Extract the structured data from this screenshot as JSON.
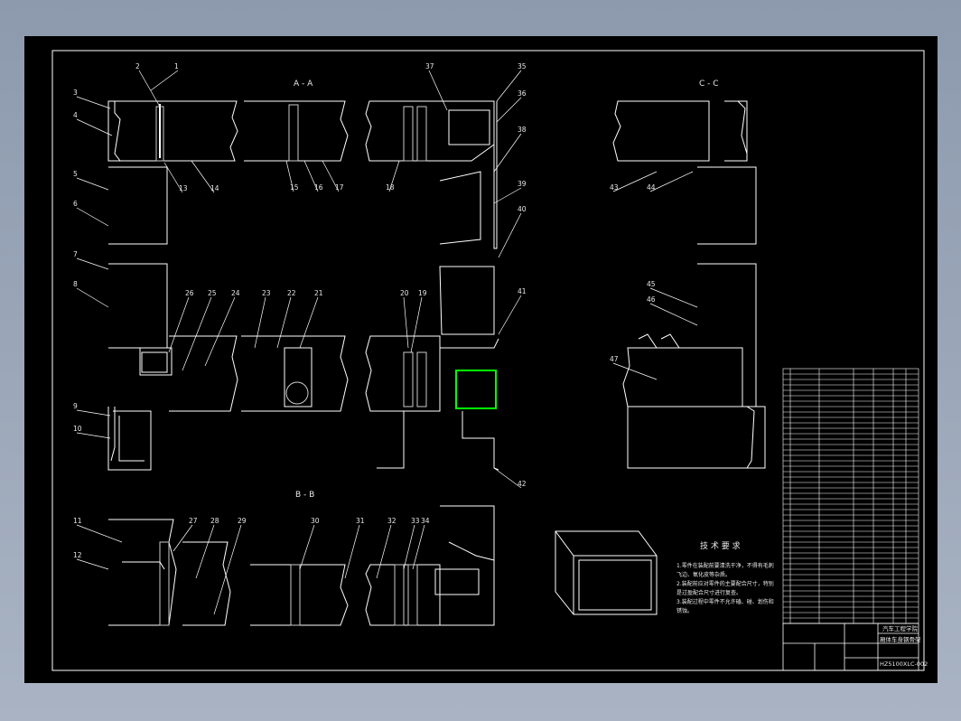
{
  "sections": [
    {
      "id": "a",
      "title": "A - A"
    },
    {
      "id": "b",
      "title": "B - B"
    },
    {
      "id": "c",
      "title": "C - C"
    }
  ],
  "callouts": [
    "1",
    "2",
    "3",
    "4",
    "5",
    "6",
    "7",
    "8",
    "9",
    "10",
    "11",
    "12",
    "13",
    "14",
    "15",
    "16",
    "17",
    "18",
    "19",
    "20",
    "21",
    "22",
    "23",
    "24",
    "25",
    "26",
    "27",
    "28",
    "29",
    "30",
    "31",
    "32",
    "33",
    "34",
    "35",
    "36",
    "37",
    "38",
    "39",
    "40",
    "41",
    "42",
    "43",
    "44",
    "45",
    "46",
    "47"
  ],
  "tech_requirements": {
    "heading": "技 术 要 求",
    "lines": [
      "1.零件在装配前要清洗干净，不得有毛刺",
      "  飞边、氧化皮等杂质。",
      "2.装配前应对零件的主要配合尺寸，特别",
      "  是过盈配合尺寸进行复查。",
      "3.装配过程中零件不允许磕、碰、划伤和",
      "  锈蚀。"
    ]
  },
  "title_block": {
    "company": "汽车工程学院",
    "drawing_name": "厢体车身钢骨架",
    "drawing_number": "HZ5100XLC-002"
  },
  "colors": {
    "background_frame": "#000000",
    "line": "#ffffff",
    "highlight": "#00ff00",
    "hatch": "#cccccc"
  }
}
